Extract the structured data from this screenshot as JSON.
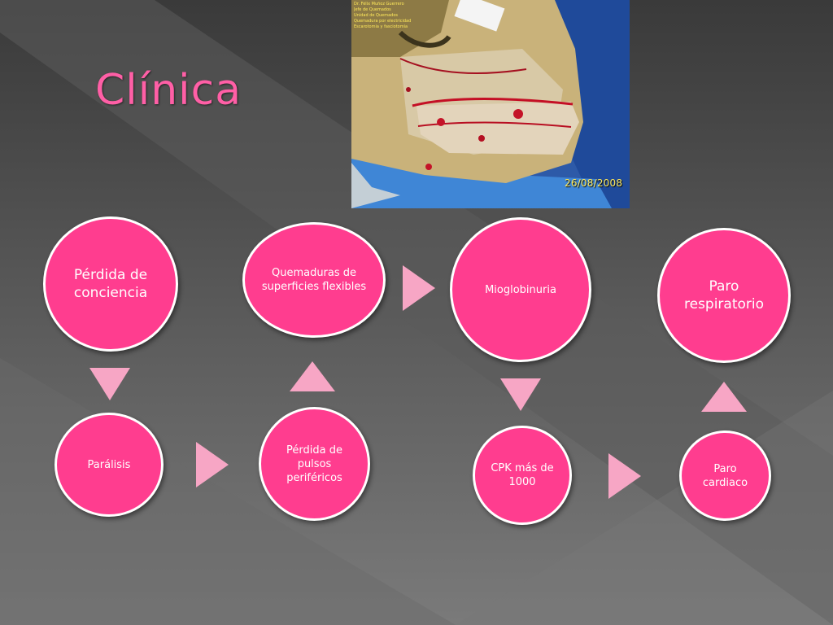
{
  "slide": {
    "title": "Clínica"
  },
  "photo": {
    "date_stamp": "26/08/2008",
    "caption_lines": [
      "Dr. Félix Muñoz Guerrero",
      "Jefe de Quemados",
      "Unidad de Quemados",
      "Quemadura por electricidad",
      "Escarotomía y fasciotomía"
    ]
  },
  "nodes": {
    "perdida_conciencia": "Pérdida de conciencia",
    "quemaduras": "Quemaduras de superficies flexibles",
    "mioglobinuria": "Mioglobinuria",
    "paro_respiratorio": "Paro respiratorio",
    "paralisis": "Parálisis",
    "perdida_pulsos": "Pérdida de pulsos periféricos",
    "cpk": "CPK más de 1000",
    "paro_cardiaco": "Paro cardiaco"
  },
  "colors": {
    "node_fill": "#ff3d8f",
    "node_border": "#ffffff",
    "arrow_fill": "#f7a6c5",
    "title": "#ff5fa6"
  }
}
